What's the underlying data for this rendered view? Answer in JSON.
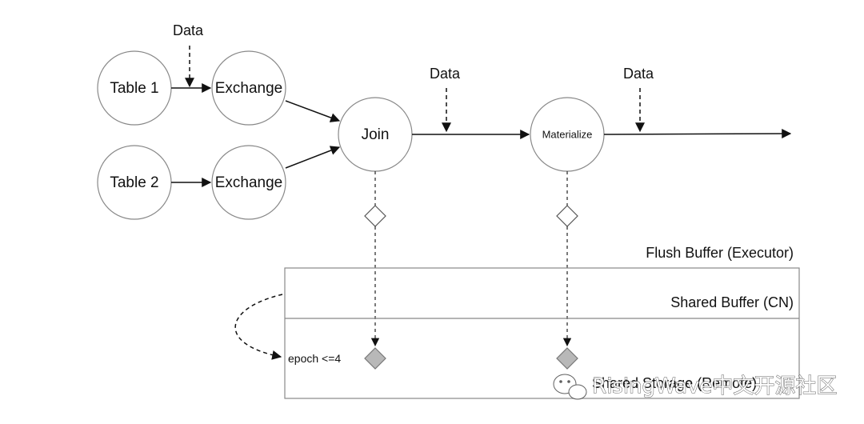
{
  "nodes": {
    "table1": "Table 1",
    "table2": "Table 2",
    "exchange1": "Exchange",
    "exchange2": "Exchange",
    "join": "Join",
    "materialize": "Materialize"
  },
  "data_labels": [
    "Data",
    "Data",
    "Data"
  ],
  "buffers": {
    "flush": "Flush Buffer (Executor)",
    "shared": "Shared Buffer (CN)",
    "remote": "Shared Storage (Remote)"
  },
  "epoch_label": "epoch <=4",
  "watermark": "RisingWave中文开源社区",
  "watermark_icon": "wechat-icon"
}
